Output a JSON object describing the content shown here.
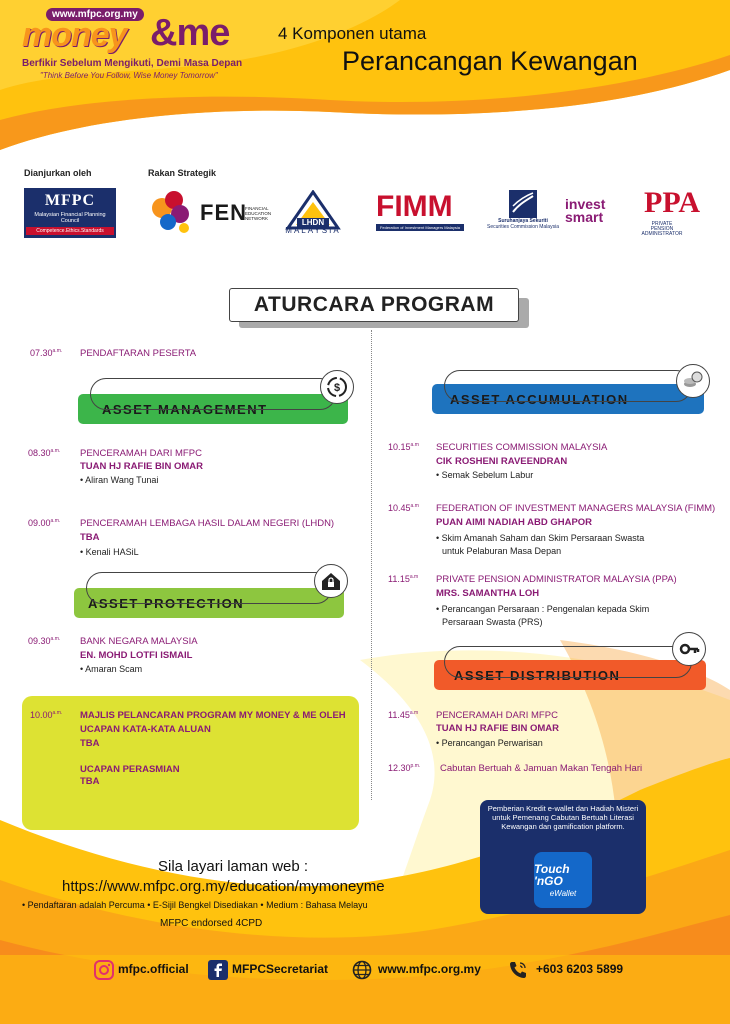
{
  "header": {
    "logo_url": "www.mfpc.org.my",
    "logo_money": "money",
    "logo_me": "&me",
    "logo_tagline_ms": "Berfikir Sebelum Mengikuti, Demi Masa Depan",
    "logo_tagline_en": "\"Think Before You Follow, Wise Money Tomorrow\"",
    "title_line1": "4 Komponen utama",
    "title_line2": "Perancangan Kewangan"
  },
  "partners": {
    "organised_by_label": "Dianjurkan oleh",
    "strategic_label": "Rakan Strategik",
    "mfpc": {
      "name": "MFPC",
      "full": "Malaysian Financial Planning Council",
      "tagline": "Competence.Ethics.Standards"
    },
    "fen": {
      "name": "FEN",
      "full": "FINANCIAL EDUCATION NETWORK"
    },
    "lhdn": {
      "name": "LHDN",
      "sub": "MALAYSIA"
    },
    "fimm": {
      "name": "FIMM",
      "full": "Federation of Investment Managers Malaysia"
    },
    "sc": {
      "name": "Suruhanjaya Sekuriti",
      "sub": "Securities Commission Malaysia"
    },
    "investsmart": {
      "name": "invest smart"
    },
    "ppa": {
      "name": "PPA",
      "full": "PRIVATE PENSION ADMINISTRATOR"
    }
  },
  "program_title": "ATURCARA PROGRAM",
  "sections": {
    "asset_management": "ASSET MANAGEMENT",
    "asset_protection": "ASSET PROTECTION",
    "asset_accumulation": "ASSET ACCUMULATION",
    "asset_distribution": "ASSET DISTRIBUTION"
  },
  "schedule_left": {
    "e0": {
      "time": "07.30",
      "ampm": "a.m.",
      "title": "PENDAFTARAN PESERTA"
    },
    "e1": {
      "time": "08.30",
      "ampm": "a.m.",
      "title": "PENCERAMAH DARI MFPC",
      "speaker": "TUAN HJ RAFIE BIN OMAR",
      "topic": "• Aliran Wang Tunai"
    },
    "e2": {
      "time": "09.00",
      "ampm": "a.m.",
      "title": "PENCERAMAH LEMBAGA HASIL DALAM NEGERI (LHDN)",
      "speaker": "TBA",
      "topic": "• Kenali HASiL"
    },
    "e3": {
      "time": "09.30",
      "ampm": "a.m.",
      "title": "BANK NEGARA MALAYSIA",
      "speaker": "EN. MOHD LOTFI ISMAIL",
      "topic": "• Amaran Scam"
    },
    "e4": {
      "time": "10.00",
      "ampm": "a.m.",
      "title": "MAJLIS PELANCARAN PROGRAM MY MONEY & ME OLEH",
      "sub1": "UCAPAN KATA-KATA ALUAN",
      "sub1_who": "TBA",
      "sub2": "UCAPAN PERASMIAN",
      "sub2_who": "TBA"
    }
  },
  "schedule_right": {
    "e0": {
      "time": "10.15",
      "ampm": "a.m",
      "title": "SECURITIES COMMISSION MALAYSIA",
      "speaker": "CIK ROSHENI RAVEENDRAN",
      "topic": "• Semak Sebelum Labur"
    },
    "e1": {
      "time": "10.45",
      "ampm": "a.m",
      "title": "FEDERATION OF INVESTMENT MANAGERS MALAYSIA (FIMM)",
      "speaker": "PUAN AIMI NADIAH ABD GHAPOR",
      "topic1": "• Skim Amanah Saham dan Skim Persaraan Swasta",
      "topic2": "untuk Pelaburan Masa Depan"
    },
    "e2": {
      "time": "11.15",
      "ampm": "a.m",
      "title": "PRIVATE PENSION ADMINISTRATOR MALAYSIA (PPA)",
      "speaker": "MRS. SAMANTHA LOH",
      "topic1": "• Perancangan Persaraan : Pengenalan kepada Skim",
      "topic2": "Persaraan Swasta (PRS)"
    },
    "e3": {
      "time": "11.45",
      "ampm": "a.m",
      "title": "PENCERAMAH DARI MFPC",
      "speaker": "TUAN HJ RAFIE BIN OMAR",
      "topic": "• Perancangan Perwarisan"
    },
    "e4": {
      "time": "12.30",
      "ampm": "p.m.",
      "title": "Cabutan Bertuah & Jamuan Makan Tengah Hari"
    }
  },
  "ewallet": {
    "text": "Pemberian Kredit e-wallet dan Hadiah Misteri untuk Pemenang Cabutan Bertuah Literasi Kewangan dan gamification platform.",
    "brand1": "Touch 'nGO",
    "brand2": "eWallet"
  },
  "footer": {
    "visit_label": "Sila layari laman web :",
    "url": "https://www.mfpc.org.my/education/mymoneyme",
    "features": "• Pendaftaran adalah Percuma  • E-Sijil Bengkel Disediakan  • Medium : Bahasa Melayu",
    "endorsed": "MFPC endorsed 4CPD",
    "instagram": "mfpc.official",
    "facebook": "MFPCSecretariat",
    "website": "www.mfpc.org.my",
    "phone": "+603 6203 5899"
  }
}
